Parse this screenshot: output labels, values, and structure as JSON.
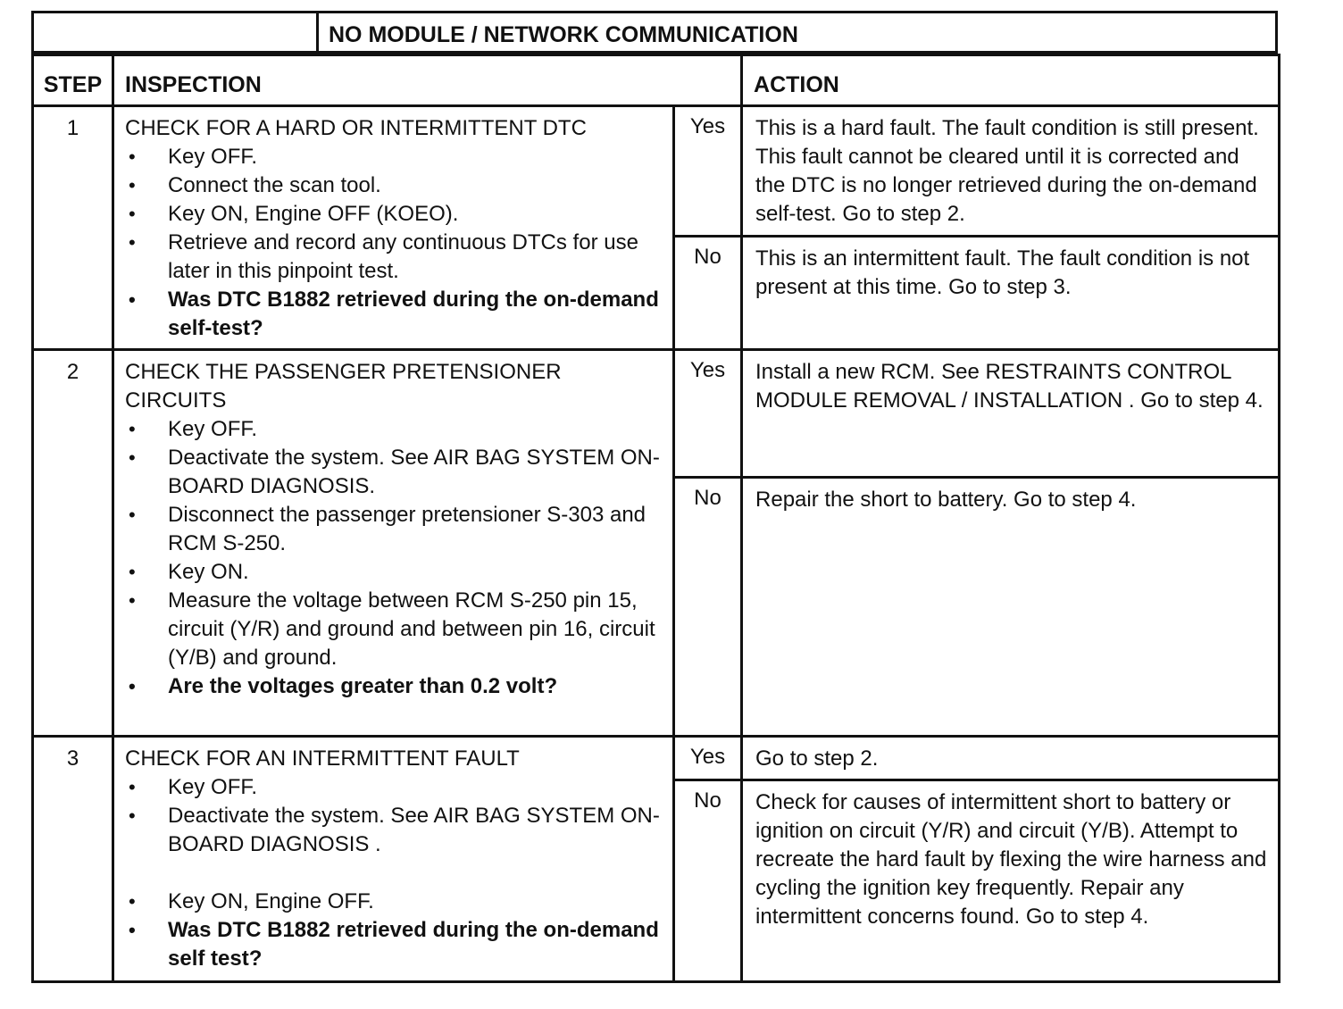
{
  "title": "NO MODULE / NETWORK COMMUNICATION",
  "headers": {
    "step": "STEP",
    "inspection": "INSPECTION",
    "action": "ACTION"
  },
  "steps": [
    {
      "number": "1",
      "heading": "CHECK FOR A HARD OR INTERMITTENT DTC",
      "bullets": [
        "Key OFF.",
        "Connect the scan tool.",
        "Key ON, Engine OFF (KOEO).",
        "Retrieve and record any continuous DTCs for use later in this pinpoint test.",
        "Was DTC B1882 retrieved during the on-demand self-test?"
      ],
      "yes_label": "Yes",
      "yes_action": "This is a hard fault.  The fault condition is still present.  This fault cannot be cleared until it is corrected and the DTC is no longer retrieved during the on-demand self-test.  Go to step 2.",
      "no_label": "No",
      "no_action": "This is an intermittent fault.  The fault condition is not present at this time.  Go to step 3."
    },
    {
      "number": "2",
      "heading": "CHECK THE PASSENGER PRETENSIONER CIRCUITS",
      "bullets": [
        "Key OFF.",
        "Deactivate the system.  See    AIR BAG SYSTEM ON-BOARD DIAGNOSIS.",
        "Disconnect the passenger pretensioner S-303 and RCM S-250.",
        "Key ON.",
        "Measure the voltage between RCM S-250 pin 15, circuit (Y/R) and ground and between pin 16, circuit (Y/B) and ground.",
        "Are the voltages greater than 0.2 volt?"
      ],
      "yes_label": "Yes",
      "yes_action": "Install a new RCM. See    RESTRAINTS CONTROL  MODULE  REMOVAL / INSTALLATION  .  Go to  step 4.",
      "no_label": "No",
      "no_action": "Repair the short to battery.  Go to step 4."
    },
    {
      "number": "3",
      "heading": "CHECK FOR AN INTERMITTENT FAULT",
      "bullets": [
        "Key OFF.",
        "Deactivate the system.  See    AIR BAG SYSTEM ON-BOARD DIAGNOSIS .",
        "Key ON, Engine OFF.",
        "Was DTC B1882 retrieved during the on-demand self test?"
      ],
      "yes_label": "Yes",
      "yes_action": "Go to step 2.",
      "no_label": "No",
      "no_action": "Check for causes of intermittent short to battery or ignition on circuit (Y/R) and circuit (Y/B). Attempt to recreate the hard fault by flexing the wire harness and cycling the ignition key frequently.  Repair any intermittent concerns found.  Go to step 4."
    }
  ]
}
